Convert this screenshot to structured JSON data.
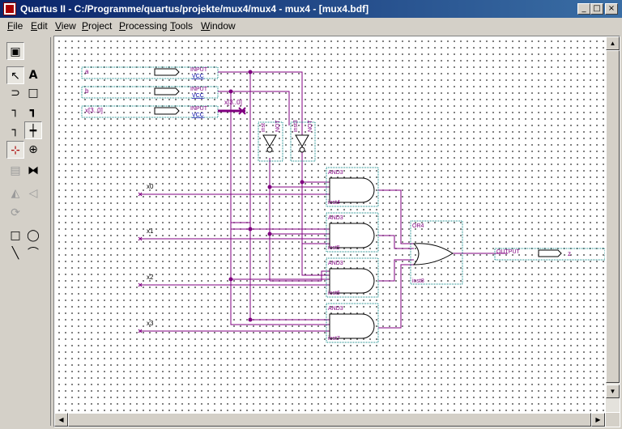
{
  "window": {
    "title": "Quartus II - C:/Programme/quartus/projekte/mux4/mux4 - mux4 - [mux4.bdf]"
  },
  "window_buttons": {
    "minimize": "_",
    "maximize": "□",
    "close": "×"
  },
  "menu": [
    "File",
    "Edit",
    "View",
    "Project",
    "Processing",
    "Tools",
    "Window"
  ],
  "tools": [
    "select-pointer-icon",
    "text-tool-icon",
    "symbol-tool-icon",
    "block-tool-icon",
    "orthogonal-node-icon",
    "orthogonal-bus-icon",
    "node-tool-icon",
    "bus-tool-icon",
    "rubberbanding-icon",
    "zoom-icon",
    "full-screen-icon",
    "find-icon",
    "flip-horizontal-icon",
    "flip-vertical-icon",
    "rotate-icon",
    "rectangle-icon",
    "ellipse-icon",
    "line-icon",
    "arc-icon"
  ],
  "schematic": {
    "pins": [
      {
        "name": "a",
        "kind": "INPUT",
        "default": "VCC"
      },
      {
        "name": "b",
        "kind": "INPUT",
        "default": "VCC"
      },
      {
        "name": "x[3..0]",
        "kind": "INPUT",
        "default": "VCC"
      }
    ],
    "output_pin": {
      "name": "z",
      "kind": "OUTPUT"
    },
    "bus_label": "x[3..0]",
    "nots": [
      {
        "inst": "inst",
        "type": "NOT"
      },
      {
        "inst": "inst3",
        "type": "NOT"
      }
    ],
    "ands": [
      {
        "inst": "inst4",
        "type": "AND3",
        "input": "x0"
      },
      {
        "inst": "inst5",
        "type": "AND3",
        "input": "x1"
      },
      {
        "inst": "inst6",
        "type": "AND3",
        "input": "x2"
      },
      {
        "inst": "inst7",
        "type": "AND3",
        "input": "x3"
      }
    ],
    "or": {
      "inst": "inst8",
      "type": "OR4"
    },
    "wire_color": "#800080",
    "block_border_color": "#008080"
  }
}
